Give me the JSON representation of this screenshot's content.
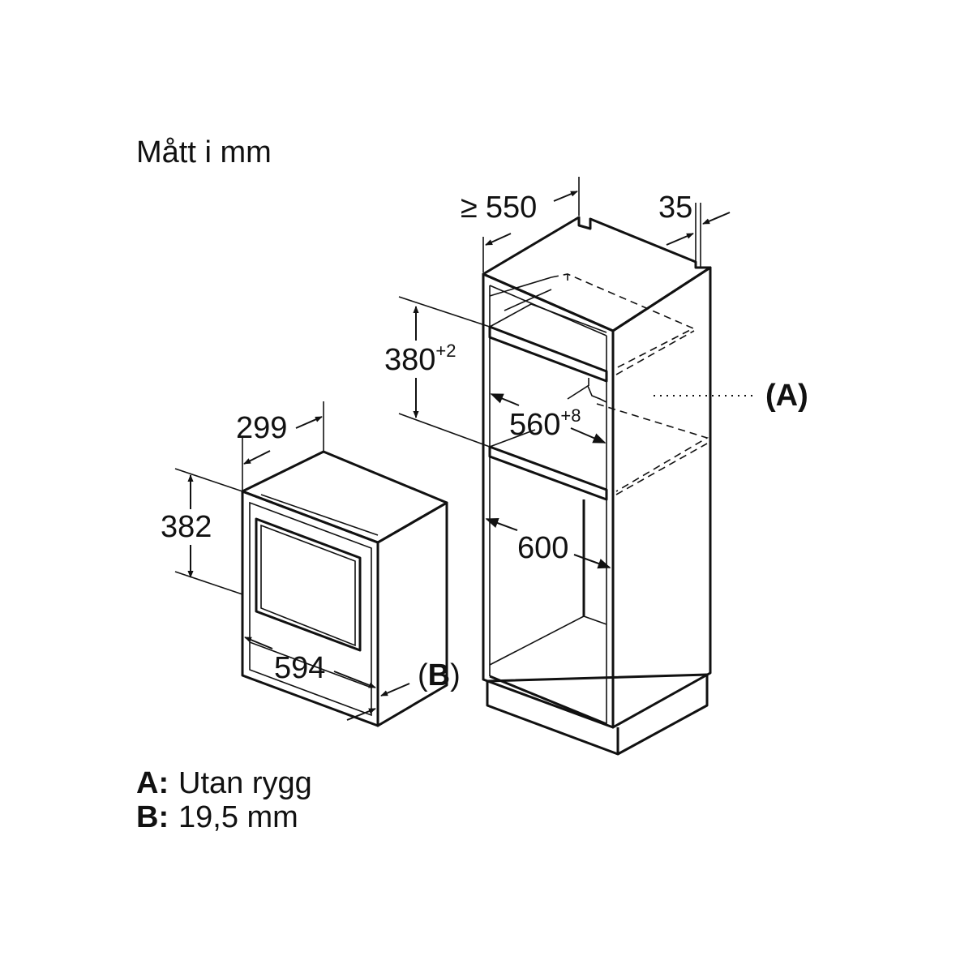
{
  "title": "Mått i mm",
  "dimensions": {
    "appliance_depth": "299",
    "appliance_height": "382",
    "appliance_width": "594",
    "cabinet_depth_prefix": "≥",
    "cabinet_depth": "550",
    "cabinet_side": "35",
    "niche_height": "380",
    "niche_height_tol": "+2",
    "niche_width": "560",
    "niche_width_tol": "+8",
    "cabinet_inner_width": "600"
  },
  "callouts": {
    "a_label": "(A)",
    "b_open": "(",
    "b_letter": "B",
    "b_close": ")"
  },
  "legend": [
    {
      "key": "A:",
      "value": "Utan rygg"
    },
    {
      "key": "B:",
      "value": "19,5 mm"
    }
  ]
}
